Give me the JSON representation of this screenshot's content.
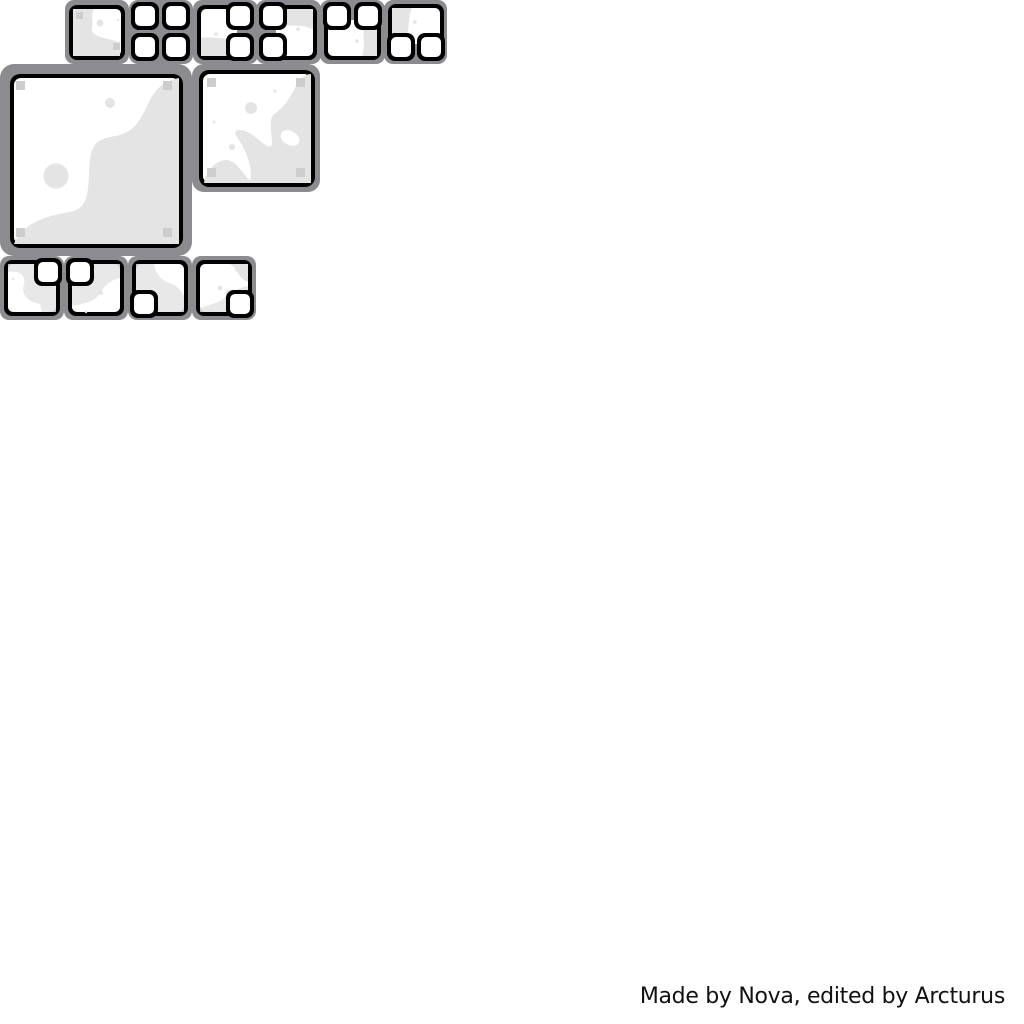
{
  "sheet": {
    "title": "Tileset sprite sheet",
    "colors": {
      "background": "#ffffff",
      "outer_border": "#8c8c90",
      "inner_border": "#000000",
      "fill": "#ffffff",
      "shade": "#e4e4e4",
      "rivet": "#cdcdcd"
    },
    "top_row": [
      {
        "id": "tile-single-small",
        "variant": "full"
      },
      {
        "id": "tile-quad-corners",
        "variant": "4-corner-inner"
      },
      {
        "id": "tile-left-edge-open",
        "variant": "open-right-with-2-corners"
      },
      {
        "id": "tile-right-edge-open",
        "variant": "open-left-with-2-corners"
      },
      {
        "id": "tile-bottom-open-top-corners",
        "variant": "open-top-with-2-corners"
      },
      {
        "id": "tile-top-open-bottom-corners",
        "variant": "open-bottom-with-2-corners"
      }
    ],
    "middle_row": [
      {
        "id": "tile-large",
        "variant": "full-large"
      },
      {
        "id": "tile-medium",
        "variant": "full-medium"
      }
    ],
    "bottom_row": [
      {
        "id": "tile-corner-top-right",
        "variant": "inner-corner-top-right"
      },
      {
        "id": "tile-corner-top-left",
        "variant": "inner-corner-top-left"
      },
      {
        "id": "tile-corner-bottom-left",
        "variant": "inner-corner-bottom-left"
      },
      {
        "id": "tile-corner-bottom-right",
        "variant": "inner-corner-bottom-right"
      }
    ]
  },
  "credit": "Made by Nova, edited by Arcturus"
}
